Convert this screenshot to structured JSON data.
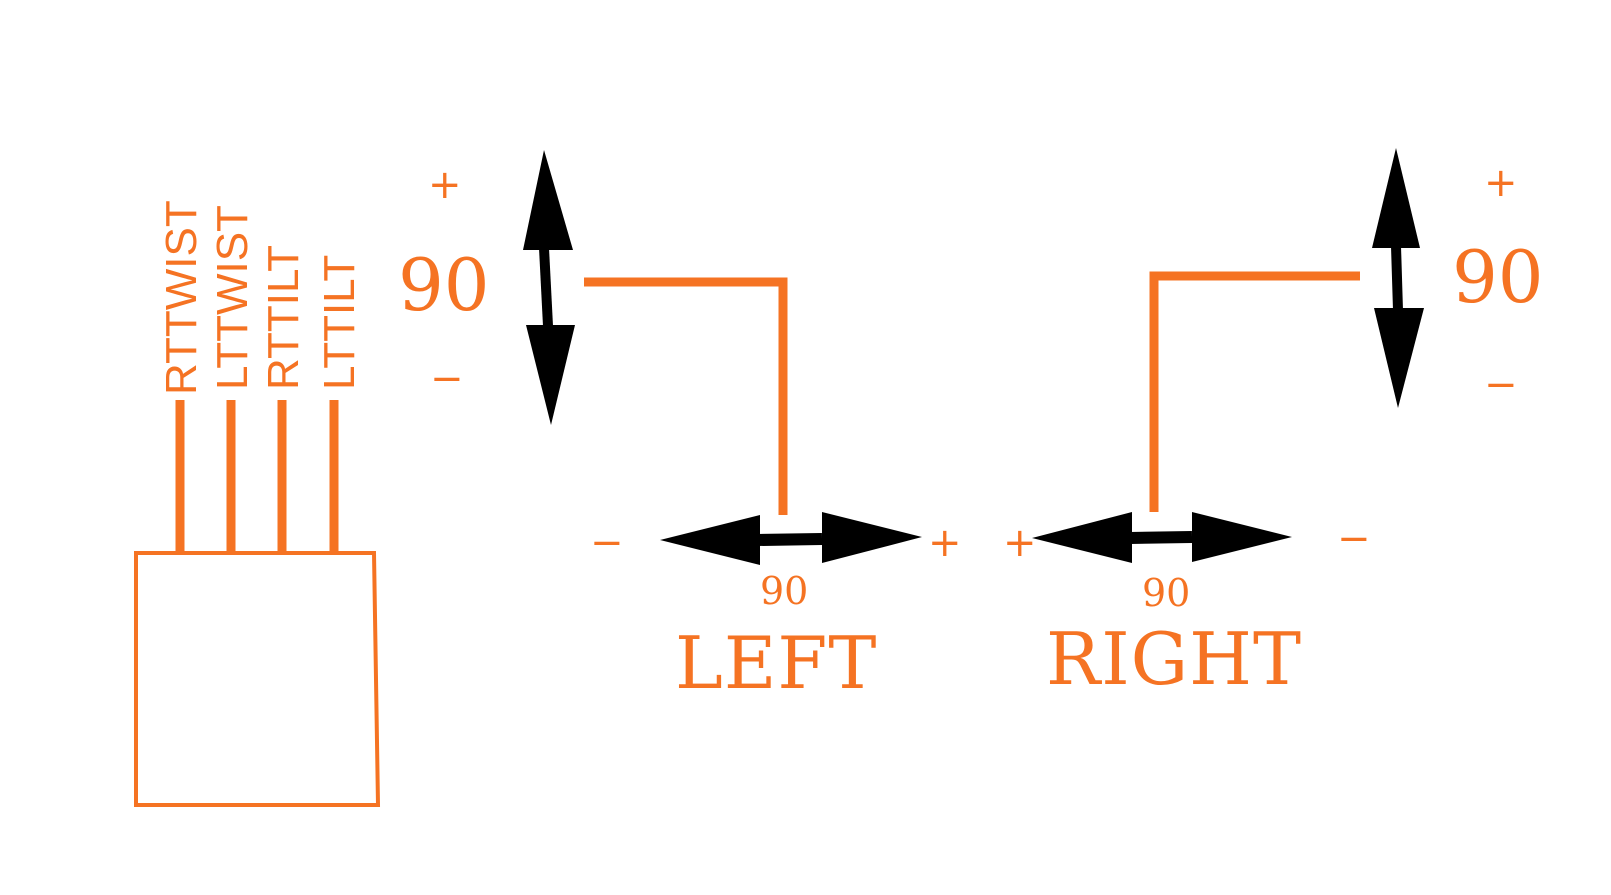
{
  "colors": {
    "accent": "#F57323",
    "arrow": "#000000",
    "background": "#ffffff"
  },
  "connector": {
    "pins": [
      {
        "label": "RTTWIST"
      },
      {
        "label": "LTTWIST"
      },
      {
        "label": "RTTILT"
      },
      {
        "label": "LTTILT"
      }
    ]
  },
  "left": {
    "name": "LEFT",
    "vertical": {
      "value": "90",
      "plus": "+",
      "minus": "−"
    },
    "horizontal": {
      "value": "90",
      "minus": "−",
      "plus": "+"
    }
  },
  "right": {
    "name": "RIGHT",
    "vertical": {
      "value": "90",
      "plus": "+",
      "minus": "−"
    },
    "horizontal": {
      "value": "90",
      "plus": "+",
      "minus": "−"
    }
  }
}
